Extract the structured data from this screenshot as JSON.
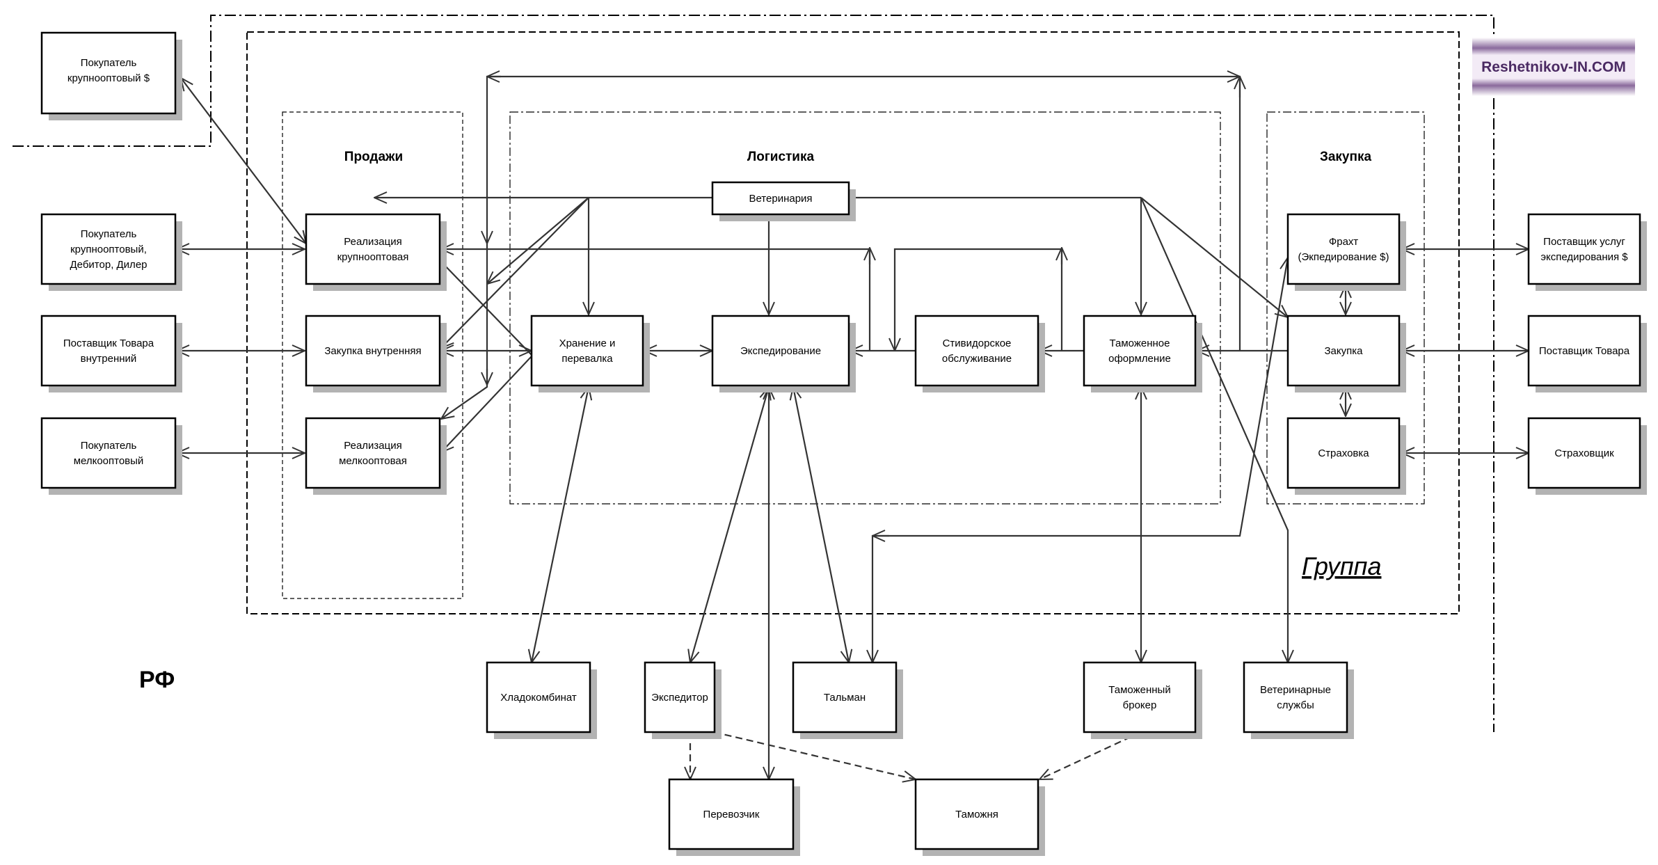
{
  "labels": {
    "rf": "РФ",
    "group": "Группа",
    "watermark": "Reshetnikov-IN.COM",
    "sales": "Продажи",
    "logistics": "Логистика",
    "purchase": "Закупка"
  },
  "colors": {
    "line": "#333333",
    "box_border": "#000000",
    "shadow": "#b3b3b3",
    "watermark_text": "#4b2a63",
    "watermark_bg": "#f1e8f5"
  },
  "nodes": {
    "buyer_wholesale_usd": [
      "Покупатель",
      "крупнооптовый $"
    ],
    "buyer_wholesale_debtor": [
      "Покупатель",
      "крупнооптовый,",
      "Дебитор, Дилер"
    ],
    "supplier_internal": [
      "Поставщик Товара",
      "внутренний"
    ],
    "buyer_small": [
      "Покупатель",
      "мелкооптовый"
    ],
    "realization_wholesale": [
      "Реализация",
      "крупнооптовая"
    ],
    "purchase_internal": [
      "Закупка внутренняя"
    ],
    "realization_small": [
      "Реализация",
      "мелкооптовая"
    ],
    "storage": [
      "Хранение и",
      "перевалка"
    ],
    "veterinary": [
      "Ветеринария"
    ],
    "forwarding": [
      "Экспедирование"
    ],
    "stevedoring": [
      "Стивидорское",
      "обслуживание"
    ],
    "customs_clearance": [
      "Таможенное",
      "оформление"
    ],
    "freight": [
      "Фрахт",
      "(Экпедирование $)"
    ],
    "purchase": [
      "Закупка"
    ],
    "insurance": [
      "Страховка"
    ],
    "supplier_forwarding": [
      "Поставщик услуг",
      "экспедирования $"
    ],
    "supplier_goods": [
      "Поставщик Товара"
    ],
    "insurer": [
      "Страховщик"
    ],
    "cold_storage": [
      "Хладокомбинат"
    ],
    "forwarder": [
      "Экспедитор"
    ],
    "tallyman": [
      "Тальман"
    ],
    "customs_broker": [
      "Таможенный",
      "брокер"
    ],
    "vet_services": [
      "Ветеринарные",
      "службы"
    ],
    "carrier": [
      "Перевозчик"
    ],
    "customs": [
      "Таможня"
    ]
  }
}
